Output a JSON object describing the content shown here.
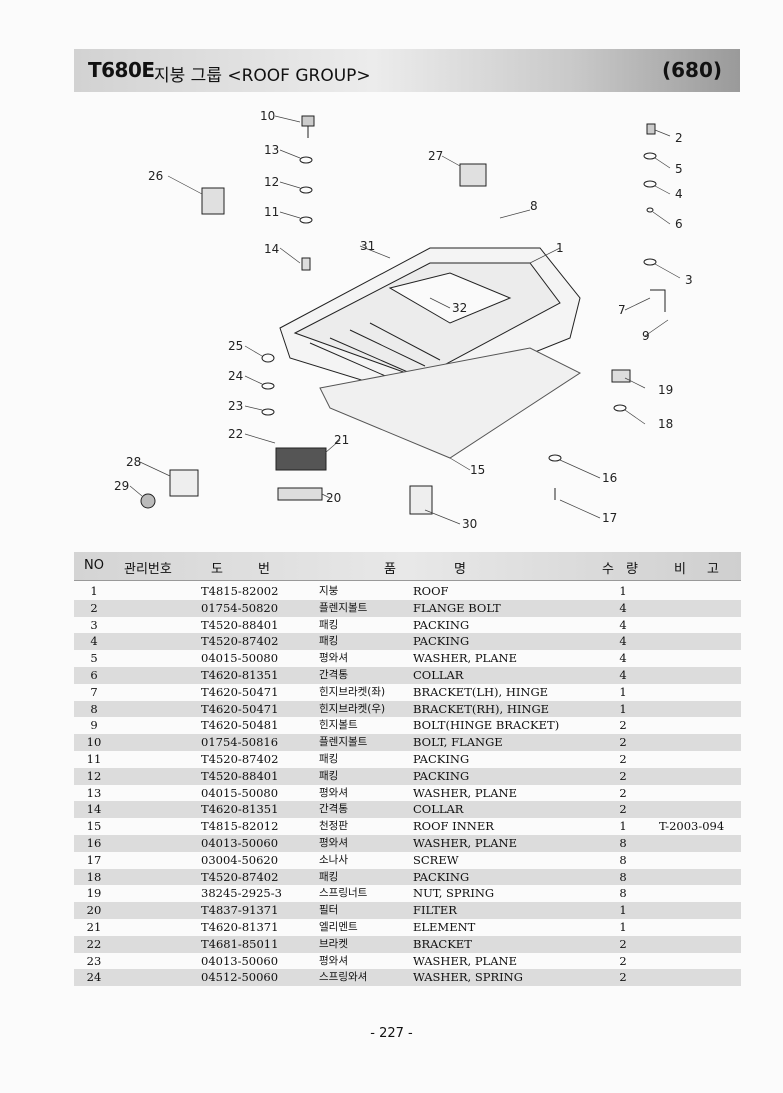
{
  "header": {
    "model": "T680E",
    "title": "지붕 그룹 <ROOF GROUP>",
    "code": "(680)"
  },
  "diagram": {
    "callouts": [
      "10",
      "13",
      "12",
      "11",
      "14",
      "26",
      "27",
      "8",
      "2",
      "5",
      "4",
      "6",
      "3",
      "31",
      "1",
      "32",
      "7",
      "9",
      "25",
      "24",
      "23",
      "22",
      "21",
      "19",
      "18",
      "28",
      "29",
      "20",
      "15",
      "16",
      "17",
      "30"
    ]
  },
  "table": {
    "headers": {
      "no": "NO",
      "mgmt": "관리번호",
      "do": "도",
      "beon": "번",
      "pum": "품",
      "myeong": "명",
      "su": "수",
      "ryang": "량",
      "bi": "비",
      "go": "고"
    },
    "rows": [
      {
        "no": "1",
        "part": "T4815-82002",
        "kr": "지붕",
        "en": "ROOF",
        "qty": "1",
        "note": ""
      },
      {
        "no": "2",
        "part": "01754-50820",
        "kr": "플렌지볼트",
        "en": "FLANGE BOLT",
        "qty": "4",
        "note": ""
      },
      {
        "no": "3",
        "part": "T4520-88401",
        "kr": "패킹",
        "en": "PACKING",
        "qty": "4",
        "note": ""
      },
      {
        "no": "4",
        "part": "T4520-87402",
        "kr": "패킹",
        "en": "PACKING",
        "qty": "4",
        "note": ""
      },
      {
        "no": "5",
        "part": "04015-50080",
        "kr": "평와셔",
        "en": "WASHER, PLANE",
        "qty": "4",
        "note": ""
      },
      {
        "no": "6",
        "part": "T4620-81351",
        "kr": "간격통",
        "en": "COLLAR",
        "qty": "4",
        "note": ""
      },
      {
        "no": "7",
        "part": "T4620-50471",
        "kr": "힌지브라켓(좌)",
        "en": "BRACKET(LH), HINGE",
        "qty": "1",
        "note": ""
      },
      {
        "no": "8",
        "part": "T4620-50471",
        "kr": "힌지브라켓(우)",
        "en": "BRACKET(RH), HINGE",
        "qty": "1",
        "note": ""
      },
      {
        "no": "9",
        "part": "T4620-50481",
        "kr": "힌지볼트",
        "en": "BOLT(HINGE BRACKET)",
        "qty": "2",
        "note": ""
      },
      {
        "no": "10",
        "part": "01754-50816",
        "kr": "플렌지볼트",
        "en": "BOLT, FLANGE",
        "qty": "2",
        "note": ""
      },
      {
        "no": "11",
        "part": "T4520-87402",
        "kr": "패킹",
        "en": "PACKING",
        "qty": "2",
        "note": ""
      },
      {
        "no": "12",
        "part": "T4520-88401",
        "kr": "패킹",
        "en": "PACKING",
        "qty": "2",
        "note": ""
      },
      {
        "no": "13",
        "part": "04015-50080",
        "kr": "평와셔",
        "en": "WASHER, PLANE",
        "qty": "2",
        "note": ""
      },
      {
        "no": "14",
        "part": "T4620-81351",
        "kr": "간격통",
        "en": "COLLAR",
        "qty": "2",
        "note": ""
      },
      {
        "no": "15",
        "part": "T4815-82012",
        "kr": "천정판",
        "en": "ROOF INNER",
        "qty": "1",
        "note": "T-2003-094"
      },
      {
        "no": "16",
        "part": "04013-50060",
        "kr": "평와셔",
        "en": "WASHER, PLANE",
        "qty": "8",
        "note": ""
      },
      {
        "no": "17",
        "part": "03004-50620",
        "kr": "소나사",
        "en": "SCREW",
        "qty": "8",
        "note": ""
      },
      {
        "no": "18",
        "part": "T4520-87402",
        "kr": "패킹",
        "en": "PACKING",
        "qty": "8",
        "note": ""
      },
      {
        "no": "19",
        "part": "38245-2925-3",
        "kr": "스프링너트",
        "en": "NUT, SPRING",
        "qty": "8",
        "note": ""
      },
      {
        "no": "20",
        "part": "T4837-91371",
        "kr": "필터",
        "en": "FILTER",
        "qty": "1",
        "note": ""
      },
      {
        "no": "21",
        "part": "T4620-81371",
        "kr": "엘리멘트",
        "en": "ELEMENT",
        "qty": "1",
        "note": ""
      },
      {
        "no": "22",
        "part": "T4681-85011",
        "kr": "브라켓",
        "en": "BRACKET",
        "qty": "2",
        "note": ""
      },
      {
        "no": "23",
        "part": "04013-50060",
        "kr": "평와셔",
        "en": "WASHER, PLANE",
        "qty": "2",
        "note": ""
      },
      {
        "no": "24",
        "part": "04512-50060",
        "kr": "스프링와셔",
        "en": "WASHER, SPRING",
        "qty": "2",
        "note": ""
      }
    ]
  },
  "footer": {
    "page": "- 227 -"
  }
}
